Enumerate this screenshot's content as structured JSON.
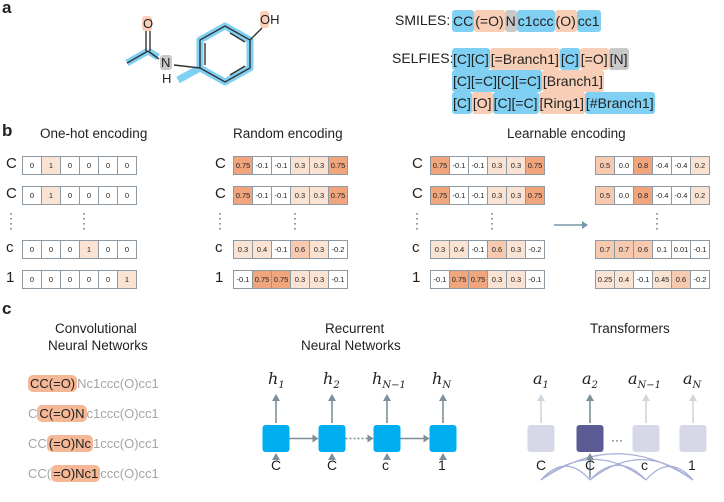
{
  "panels": {
    "a": "a",
    "b": "b",
    "c": "c"
  },
  "molecule": {
    "oh_label": "OH",
    "o_label": "O",
    "nh_label": "N",
    "h_label": "H"
  },
  "smiles": {
    "label": "SMILES:",
    "tokens": [
      {
        "t": "CC",
        "c": "blue"
      },
      {
        "t": "(=O)",
        "c": "orange"
      },
      {
        "t": "N",
        "c": "gray"
      },
      {
        "t": "c1ccc",
        "c": "blue"
      },
      {
        "t": "(O)",
        "c": "orange"
      },
      {
        "t": "cc1",
        "c": "blue"
      }
    ]
  },
  "selfies": {
    "label": "SELFIES:",
    "lines": [
      [
        {
          "t": "[C][C]",
          "c": "blue"
        },
        {
          "t": "[=Branch1]",
          "c": "orange"
        },
        {
          "t": "[C]",
          "c": "blue"
        },
        {
          "t": "[=O]",
          "c": "orange"
        },
        {
          "t": "[N]",
          "c": "gray"
        }
      ],
      [
        {
          "t": "[C][=C][C][=C]",
          "c": "blue"
        },
        {
          "t": "[Branch1]",
          "c": "orange"
        }
      ],
      [
        {
          "t": "[C]",
          "c": "blue"
        },
        {
          "t": "[O]",
          "c": "orange"
        },
        {
          "t": "[C][=C]",
          "c": "blue"
        },
        {
          "t": "[Ring1]",
          "c": "orange"
        },
        {
          "t": "[#Branch1]",
          "c": "blue"
        }
      ]
    ]
  },
  "encodings": {
    "onehot": {
      "title": "One-hot encoding",
      "rows": [
        {
          "label": "C",
          "vals": [
            "0",
            "1",
            "0",
            "0",
            "0",
            "0"
          ],
          "lvl": [
            0,
            1,
            0,
            0,
            0,
            0
          ]
        },
        {
          "label": "C",
          "vals": [
            "0",
            "1",
            "0",
            "0",
            "0",
            "0"
          ],
          "lvl": [
            0,
            1,
            0,
            0,
            0,
            0
          ]
        },
        {
          "label": "c",
          "vals": [
            "0",
            "0",
            "0",
            "1",
            "0",
            "0"
          ],
          "lvl": [
            0,
            0,
            0,
            1,
            0,
            0
          ]
        },
        {
          "label": "1",
          "vals": [
            "0",
            "0",
            "0",
            "0",
            "0",
            "1"
          ],
          "lvl": [
            0,
            0,
            0,
            0,
            0,
            1
          ]
        }
      ]
    },
    "random": {
      "title": "Random encoding",
      "rows": [
        {
          "label": "C",
          "vals": [
            "0.75",
            "-0.1",
            "-0.1",
            "0.3",
            "0.3",
            "0.75"
          ],
          "lvl": [
            3,
            0,
            0,
            1,
            1,
            3
          ]
        },
        {
          "label": "C",
          "vals": [
            "0.75",
            "-0.1",
            "-0.1",
            "0.3",
            "0.3",
            "0.75"
          ],
          "lvl": [
            3,
            0,
            0,
            1,
            1,
            3
          ]
        },
        {
          "label": "c",
          "vals": [
            "0.3",
            "0.4",
            "-0.1",
            "0.6",
            "0.3",
            "-0.2"
          ],
          "lvl": [
            1,
            1,
            0,
            2,
            1,
            0
          ]
        },
        {
          "label": "1",
          "vals": [
            "-0.1",
            "0.75",
            "0.75",
            "0.3",
            "0.3",
            "-0.1"
          ],
          "lvl": [
            0,
            3,
            3,
            1,
            1,
            0
          ]
        }
      ]
    },
    "learnable": {
      "title": "Learnable encoding",
      "rows": [
        {
          "label": "C",
          "vals": [
            "0.75",
            "-0.1",
            "-0.1",
            "0.3",
            "0.3",
            "0.75"
          ],
          "lvl": [
            3,
            0,
            0,
            1,
            1,
            3
          ]
        },
        {
          "label": "C",
          "vals": [
            "0.75",
            "-0.1",
            "-0.1",
            "0.3",
            "0.3",
            "0.75"
          ],
          "lvl": [
            3,
            0,
            0,
            1,
            1,
            3
          ]
        },
        {
          "label": "c",
          "vals": [
            "0.3",
            "0.4",
            "-0.1",
            "0.6",
            "0.3",
            "-0.2"
          ],
          "lvl": [
            1,
            1,
            0,
            2,
            1,
            0
          ]
        },
        {
          "label": "1",
          "vals": [
            "-0.1",
            "0.75",
            "0.75",
            "0.3",
            "0.3",
            "-0.1"
          ],
          "lvl": [
            0,
            3,
            3,
            1,
            1,
            0
          ]
        }
      ],
      "learned": [
        {
          "vals": [
            "0.5",
            "0.0",
            "0.8",
            "-0.4",
            "-0.4",
            "0.2"
          ],
          "lvl": [
            2,
            0,
            3,
            0,
            0,
            1
          ]
        },
        {
          "vals": [
            "0.5",
            "0.0",
            "0.8",
            "-0.4",
            "-0.4",
            "0.2"
          ],
          "lvl": [
            2,
            0,
            3,
            0,
            0,
            1
          ]
        },
        {
          "vals": [
            "0.7",
            "0.7",
            "0.6",
            "0.1",
            "0.01",
            "-0.1"
          ],
          "lvl": [
            2,
            2,
            2,
            0,
            0,
            0
          ]
        },
        {
          "vals": [
            "0.25",
            "0.4",
            "-0.1",
            "0.45",
            "0.6",
            "-0.2"
          ],
          "lvl": [
            1,
            1,
            0,
            1,
            2,
            0
          ]
        }
      ]
    }
  },
  "cnn": {
    "title_line1": "Convolutional",
    "title_line2": "Neural Networks",
    "windows": [
      {
        "pre": "",
        "win": "CC(=O)",
        "post": "Nc1ccc(O)cc1"
      },
      {
        "pre": "C",
        "win": "C(=O)N",
        "post": "c1ccc(O)cc1"
      },
      {
        "pre": "CC",
        "win": "(=O)Nc",
        "post": "1ccc(O)cc1"
      },
      {
        "pre": "CC(",
        "win": "=O)Nc1",
        "post": "ccc(O)cc1"
      }
    ]
  },
  "rnn": {
    "title_line1": "Recurrent",
    "title_line2": "Neural Networks",
    "outputs": [
      {
        "base": "h",
        "sub": "1"
      },
      {
        "base": "h",
        "sub": "2"
      },
      {
        "base": "h",
        "sub": "N−1"
      },
      {
        "base": "h",
        "sub": "N"
      }
    ],
    "inputs": [
      "C",
      "C",
      "c",
      "1"
    ]
  },
  "transformer": {
    "title": "Transformers",
    "outputs": [
      {
        "base": "a",
        "sub": "1"
      },
      {
        "base": "a",
        "sub": "2"
      },
      {
        "base": "a",
        "sub": "N−1"
      },
      {
        "base": "a",
        "sub": "N"
      }
    ],
    "inputs": [
      "C",
      "C",
      "c",
      "1"
    ],
    "ellipsis": "···"
  },
  "colors": {
    "blue": "#7fd0f3",
    "orange": "#f8cfb6",
    "gray": "#c9c9c9",
    "rnn_box": "#00aeef",
    "attn_dark": "#5b5b96",
    "attn_light": "#d6d8e8",
    "heat": [
      "#ffffff",
      "#fbe3d4",
      "#f7c9ae",
      "#f1a57d"
    ]
  }
}
